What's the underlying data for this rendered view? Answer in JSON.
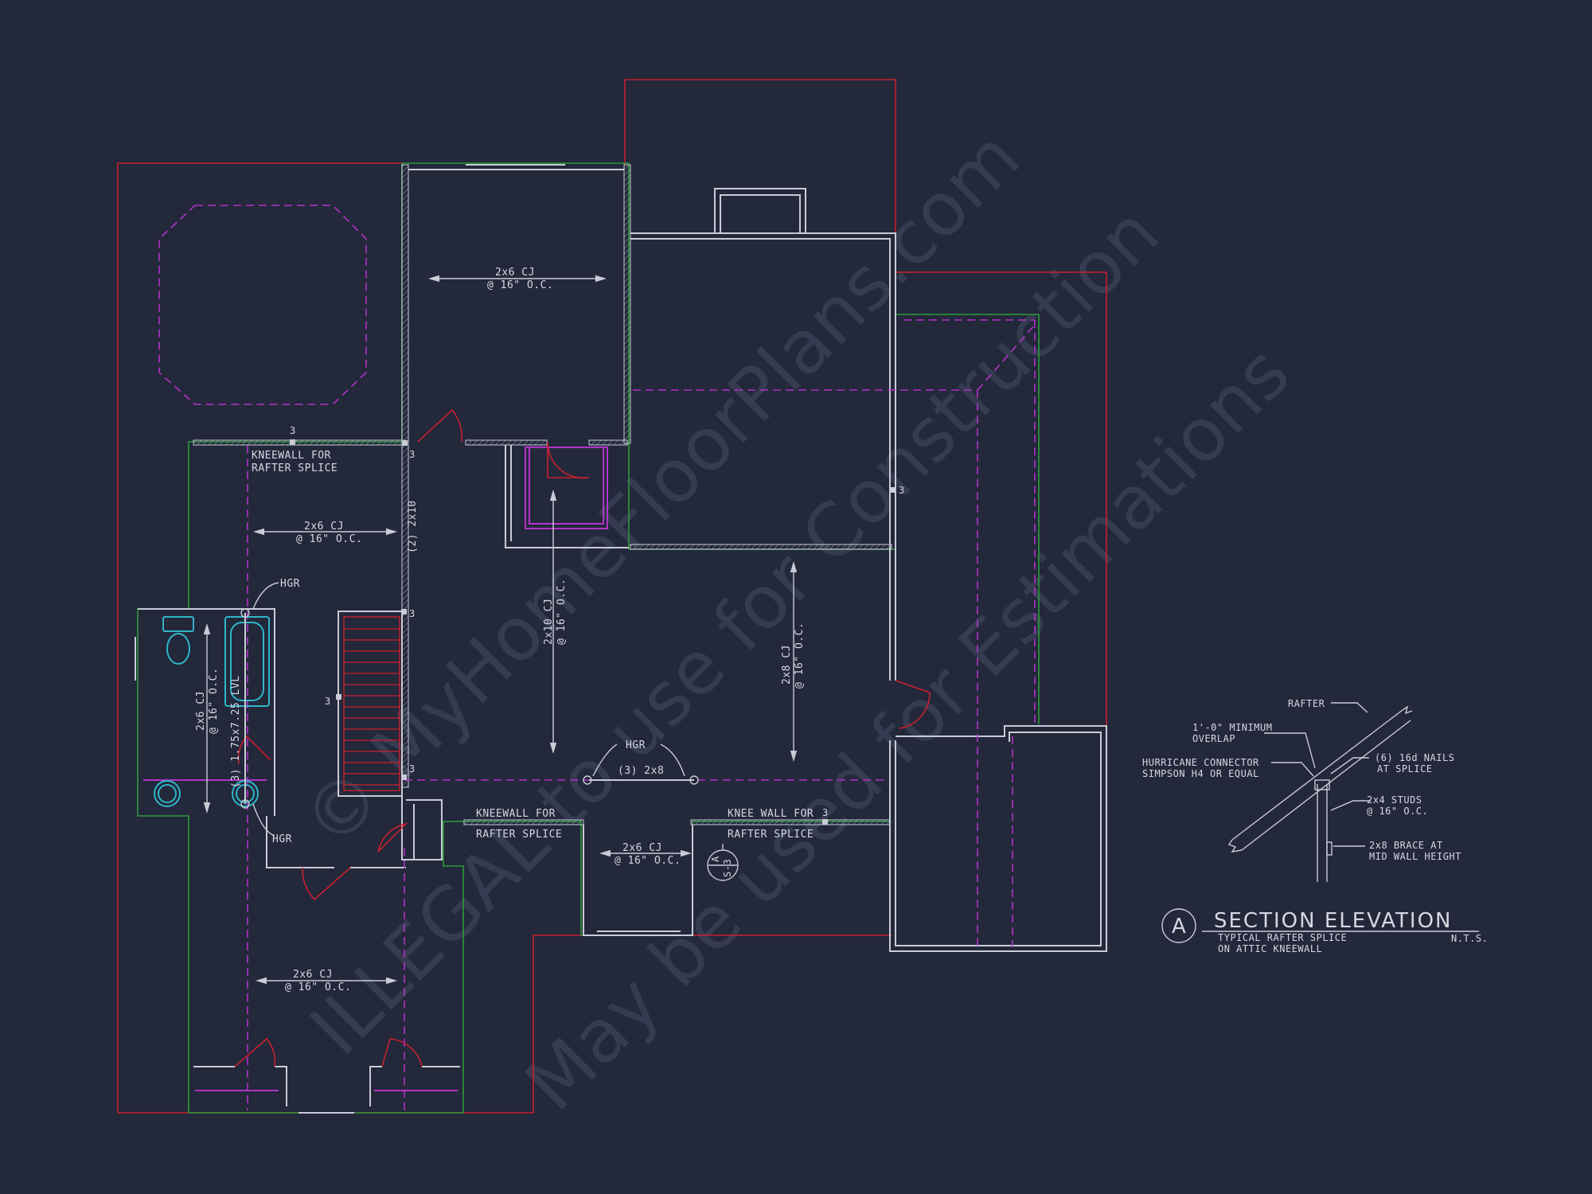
{
  "labels": {
    "cj_top": [
      "2x6 CJ",
      "@ 16\" O.C."
    ],
    "cj_left": [
      "2x6 CJ",
      "@ 16\" O.C."
    ],
    "cj_bottom_left": [
      "2x6 CJ",
      "@ 16\" O.C."
    ],
    "cj_bottom_mid": [
      "2x6 CJ",
      "@ 16\" O.C."
    ],
    "cj_center": [
      "2x10 CJ",
      "@ 16\" O.C."
    ],
    "cj_right": [
      "2x8 CJ",
      "@ 16\" O.C."
    ],
    "cj_bath": [
      "2x6 CJ",
      "@ 16\" O.C."
    ],
    "beam_2x10": "(2) 2x10",
    "beam_lvl": "(3) 1.75x7.25 LVL",
    "beam_2x8": "(3) 2x8",
    "hgr": "HGR",
    "kneewall_upper": [
      "KNEEWALL FOR",
      "RAFTER SPLICE"
    ],
    "kneewall_lower_left": [
      "KNEEWALL FOR",
      "RAFTER SPLICE"
    ],
    "kneewall_lower_right": [
      "KNEE WALL FOR",
      "RAFTER SPLICE"
    ],
    "post_marker": "3",
    "section_tag": [
      "A",
      "S-3"
    ]
  },
  "section_detail": {
    "rafter": "RAFTER",
    "overlap": [
      "1'-0\" MINIMUM",
      "OVERLAP"
    ],
    "connector": [
      "HURRICANE CONNECTOR",
      "SIMPSON H4 OR EQUAL"
    ],
    "nails": [
      "(6) 16d NAILS",
      "AT SPLICE"
    ],
    "studs": [
      "2x4 STUDS",
      "@ 16\" O.C."
    ],
    "brace": [
      "2x8 BRACE AT",
      "MID WALL HEIGHT"
    ],
    "bubble_letter": "A",
    "title": "SECTION ELEVATION",
    "subtitle": [
      "TYPICAL RAFTER SPLICE",
      "ON ATTIC KNEEWALL"
    ],
    "scale": "N.T.S."
  },
  "watermark": [
    "© MyHomeFloorPlans.com",
    "ILLEGAL to use for Construction",
    "May be used for Estimations"
  ],
  "colors": {
    "background": "#23283b",
    "roof_outline": "#c8202f",
    "exterior_wall": "#2e9a3a",
    "ceiling_joist_dashed": "#b233c8",
    "fixtures": "#2fb6c8",
    "walls": "#c9ccd6"
  }
}
